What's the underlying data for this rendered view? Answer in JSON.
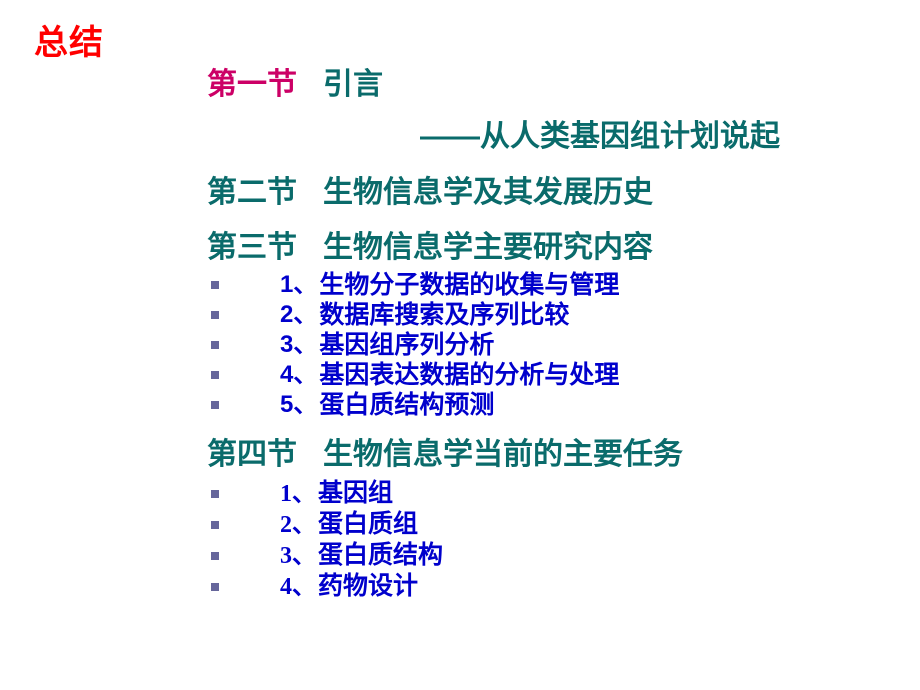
{
  "slide": {
    "title": "总结",
    "title_color": "#FF0000",
    "accent_color": "#CC0066",
    "heading_color": "#0A6B6B",
    "bullet_text_color": "#0000CC",
    "bullet_marker_color": "#66669B",
    "background_color": "#FFFFFF"
  },
  "sections": [
    {
      "number": "第一节",
      "title": "引言",
      "subtitle": "——从人类基因组计划说起"
    },
    {
      "number": "第二节",
      "title": "生物信息学及其发展历史"
    },
    {
      "number": "第三节",
      "title": "生物信息学主要研究内容",
      "items": [
        {
          "index": "1、",
          "label": "生物分子数据的收集与管理"
        },
        {
          "index": "2、",
          "label": "数据库搜索及序列比较"
        },
        {
          "index": "3、",
          "label": "基因组序列分析"
        },
        {
          "index": "4、",
          "label": "基因表达数据的分析与处理"
        },
        {
          "index": "5、",
          "label": "蛋白质结构预测"
        }
      ]
    },
    {
      "number": "第四节",
      "title": "生物信息学当前的主要任务",
      "items": [
        {
          "index": "1、",
          "label": "基因组"
        },
        {
          "index": "2、",
          "label": "蛋白质组"
        },
        {
          "index": "3、",
          "label": "蛋白质结构"
        },
        {
          "index": "4、",
          "label": "药物设计"
        }
      ]
    }
  ]
}
